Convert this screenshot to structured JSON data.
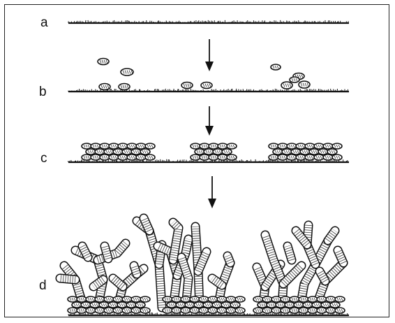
{
  "stages": [
    {
      "id": "a",
      "label": "a"
    },
    {
      "id": "b",
      "label": "b"
    },
    {
      "id": "c",
      "label": "c"
    },
    {
      "id": "d",
      "label": "d"
    }
  ],
  "colors": {
    "ink": "#111111",
    "background": "#ffffff"
  }
}
